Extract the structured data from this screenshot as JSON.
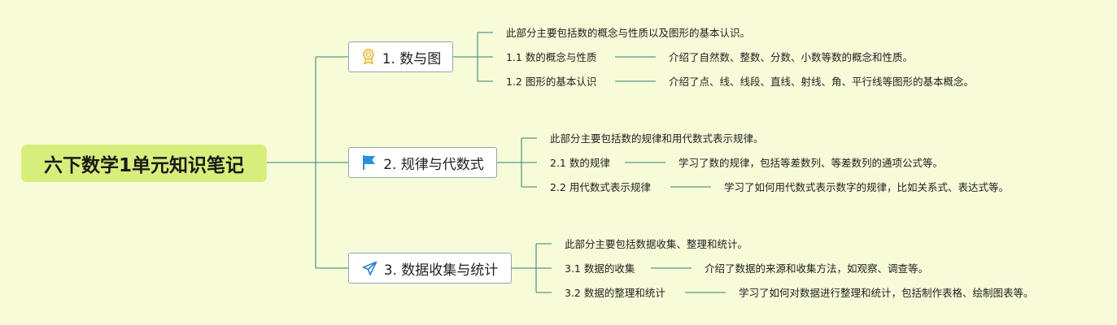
{
  "root": {
    "title": "六下数学1单元知识笔记"
  },
  "branches": [
    {
      "title": "1. 数与图",
      "icon": "award-medal-icon",
      "summary": "此部分主要包括数的概念与性质以及图形的基本认识。",
      "items": [
        {
          "label": "1.1 数的概念与性质",
          "detail": "介绍了自然数、整数、分数、小数等数的概念和性质。"
        },
        {
          "label": "1.2 图形的基本认识",
          "detail": "介绍了点、线、线段、直线、射线、角、平行线等图形的基本概念。"
        }
      ]
    },
    {
      "title": "2. 规律与代数式",
      "icon": "flag-icon",
      "summary": "此部分主要包括数的规律和用代数式表示规律。",
      "items": [
        {
          "label": "2.1 数的规律",
          "detail": "学习了数的规律，包括等差数列、等差数列的通项公式等。"
        },
        {
          "label": "2.2 用代数式表示规律",
          "detail": "学习了如何用代数式表示数字的规律，比如关系式、表达式等。"
        }
      ]
    },
    {
      "title": "3. 数据收集与统计",
      "icon": "paper-plane-icon",
      "summary": "此部分主要包括数据收集、整理和统计。",
      "items": [
        {
          "label": "3.1 数据的收集",
          "detail": "介绍了数据的来源和收集方法，如观察、调查等。"
        },
        {
          "label": "3.2 数据的整理和统计",
          "detail": "学习了如何对数据进行整理和统计，包括制作表格、绘制图表等。"
        }
      ]
    }
  ],
  "colors": {
    "background": "#f7fbd8",
    "root_fill": "#d8ee7c",
    "connector": "#5a9a86",
    "branch_border": "#8fa6b8",
    "medal_icon": "#e8b838",
    "flag_icon": "#2a8fd8",
    "plane_icon": "#2a7fc8"
  }
}
